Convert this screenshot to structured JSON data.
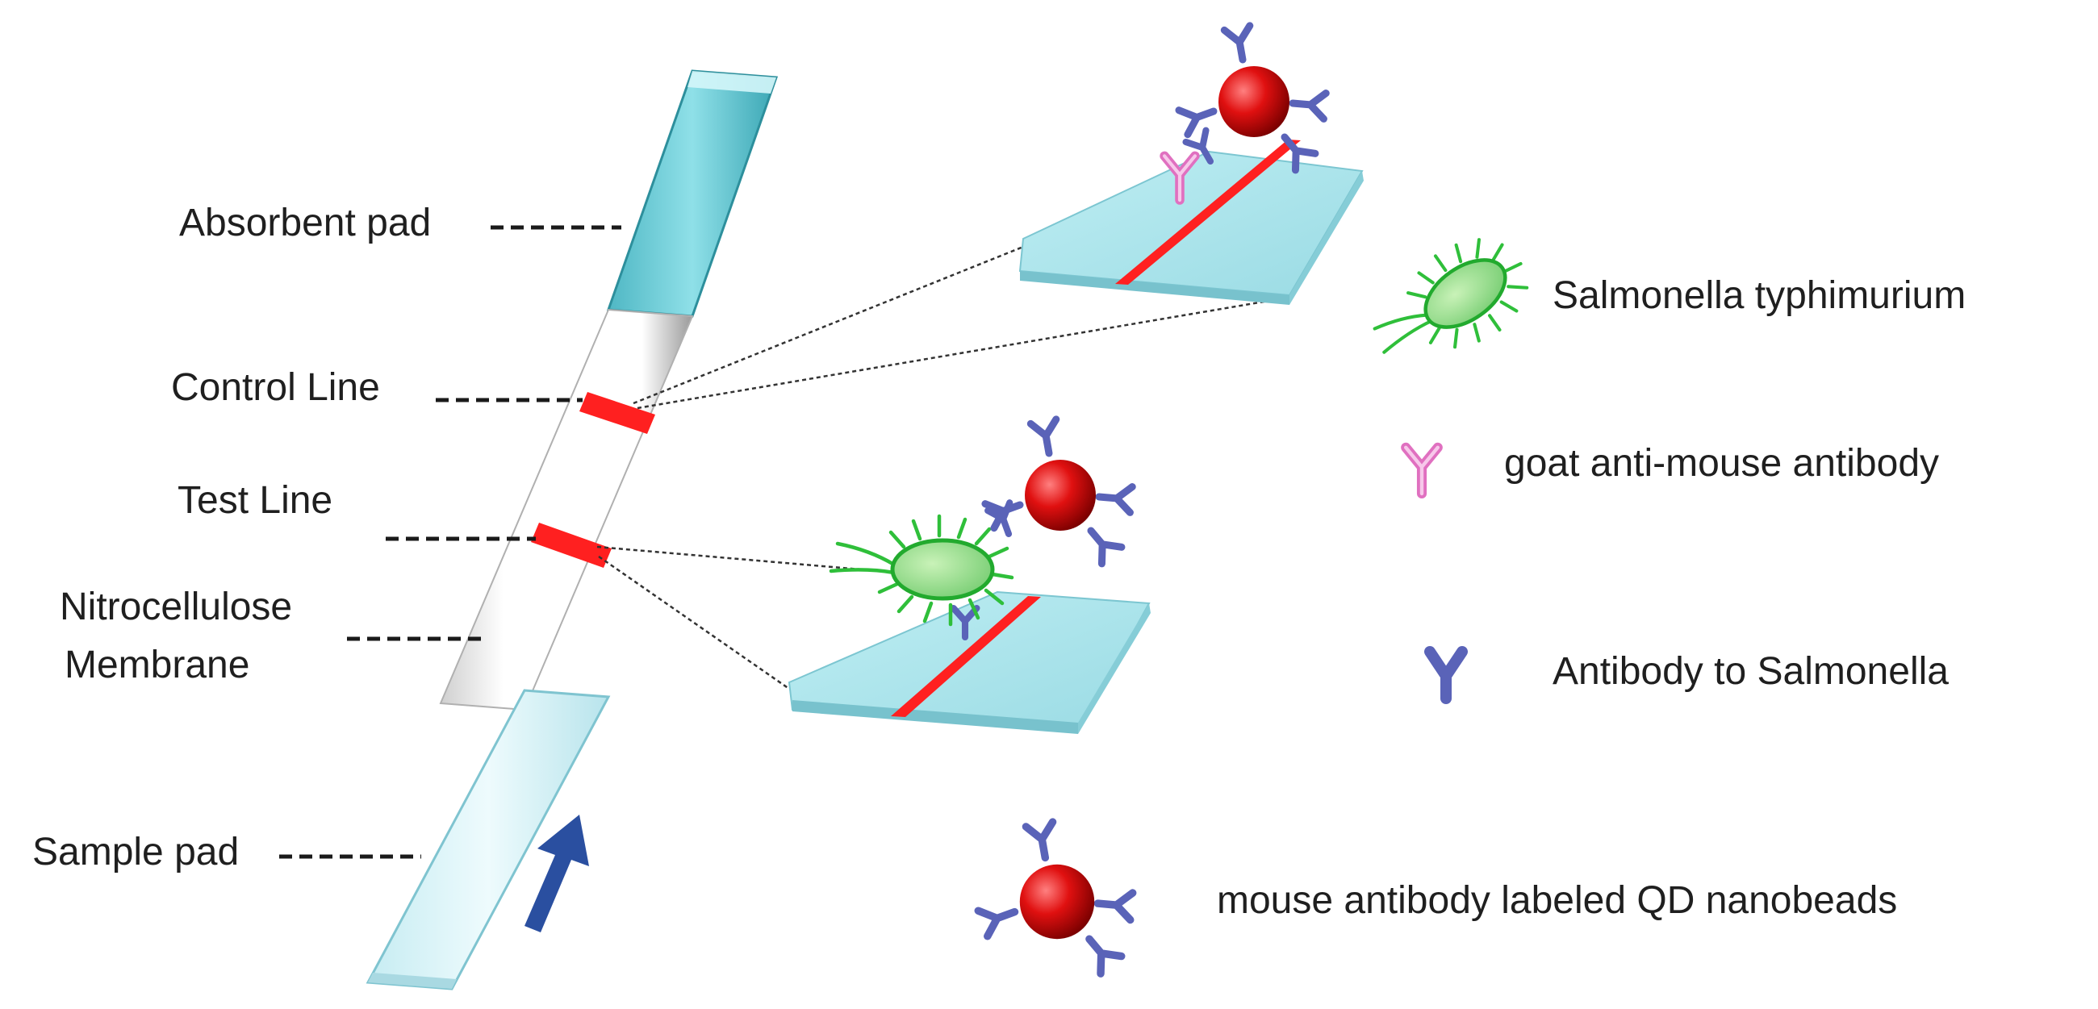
{
  "strip_labels": {
    "absorbent_pad": "Absorbent pad",
    "control_line": "Control Line",
    "test_line": "Test Line",
    "nitrocellulose_line1": "Nitrocellulose",
    "nitrocellulose_line2": "Membrane",
    "sample_pad": "Sample pad"
  },
  "legend": {
    "salmonella": "Salmonella typhimurium",
    "goat_antibody": "goat anti-mouse antibody",
    "antibody_salmonella": "Antibody to Salmonella",
    "qd_nanobeads": "mouse antibody labeled QD nanobeads"
  },
  "colors": {
    "pad_cyan": "#6fcfd8",
    "sample_pad": "#d8f3f7",
    "line_red": "#ff2020",
    "flow_arrow": "#2a4fa0",
    "bacteria_green": "#33cc44",
    "goat_ab_pink": "#e070c0",
    "salmonella_ab_blue": "#5a63b8",
    "qd_bead_red": "#cc0000"
  },
  "icons": [
    "flow-arrow-icon",
    "bacteria-icon",
    "goat-antibody-icon",
    "salmonella-antibody-icon",
    "qd-nanobead-icon"
  ]
}
